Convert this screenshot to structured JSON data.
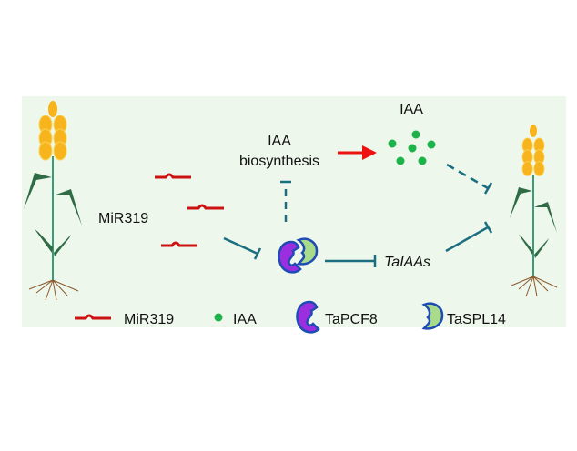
{
  "labels": {
    "iaa_top": "IAA",
    "iaa_biosynthesis_line1": "IAA",
    "iaa_biosynthesis_line2": "biosynthesis",
    "mir319": "MiR319",
    "taiaas": "TaIAAs"
  },
  "legend": {
    "mir319": "MiR319",
    "iaa": "IAA",
    "tapcf8": "TaPCF8",
    "taspl14": "TaSPL14"
  },
  "colors": {
    "background": "#eef7ec",
    "mirna": "#cc1111",
    "iaa": "#1db34a",
    "inhibition": "#1a6e80",
    "activation": "#ee1111",
    "tapcf8": "#9b2fe0",
    "taspl14": "#a8dc8a",
    "outline": "#1f4bb5",
    "leaf": "#2f6b45",
    "grain": "#f5b31a",
    "root": "#8a5a2b"
  }
}
